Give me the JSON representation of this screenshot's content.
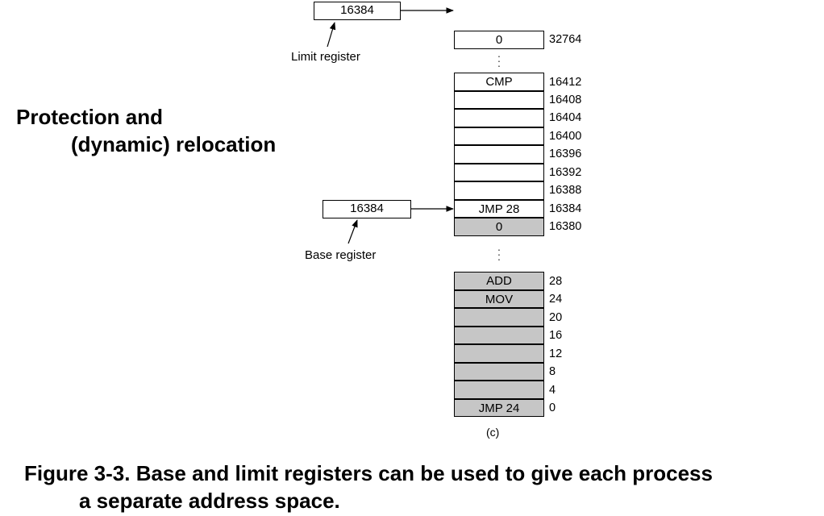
{
  "title_lines": [
    "Protection and",
    "(dynamic) relocation"
  ],
  "limit_register": {
    "value": "16384",
    "label": "Limit register"
  },
  "base_register": {
    "value": "16384",
    "label": "Base register"
  },
  "top_cell": {
    "value": "0",
    "address": "32764"
  },
  "upper_cells": [
    {
      "text": "CMP",
      "address": "16412",
      "shade": "white"
    },
    {
      "text": "",
      "address": "16408",
      "shade": "white"
    },
    {
      "text": "",
      "address": "16404",
      "shade": "white"
    },
    {
      "text": "",
      "address": "16400",
      "shade": "white"
    },
    {
      "text": "",
      "address": "16396",
      "shade": "white"
    },
    {
      "text": "",
      "address": "16392",
      "shade": "white"
    },
    {
      "text": "",
      "address": "16388",
      "shade": "white"
    },
    {
      "text": "JMP 28",
      "address": "16384",
      "shade": "white"
    },
    {
      "text": "0",
      "address": "16380",
      "shade": "gray"
    }
  ],
  "lower_cells": [
    {
      "text": "ADD",
      "address": "28",
      "shade": "gray"
    },
    {
      "text": "MOV",
      "address": "24",
      "shade": "gray"
    },
    {
      "text": "",
      "address": "20",
      "shade": "gray"
    },
    {
      "text": "",
      "address": "16",
      "shade": "gray"
    },
    {
      "text": "",
      "address": "12",
      "shade": "gray"
    },
    {
      "text": "",
      "address": "8",
      "shade": "gray"
    },
    {
      "text": "",
      "address": "4",
      "shade": "gray"
    },
    {
      "text": "JMP  24",
      "address": "0",
      "shade": "gray"
    }
  ],
  "panel_label": "(c)",
  "caption_lines": [
    "Figure 3-3. Base and limit registers can be used to give each process",
    "a separate address space."
  ],
  "colors": {
    "gray_cell": "#c6c6c6",
    "white_cell": "#ffffff"
  }
}
